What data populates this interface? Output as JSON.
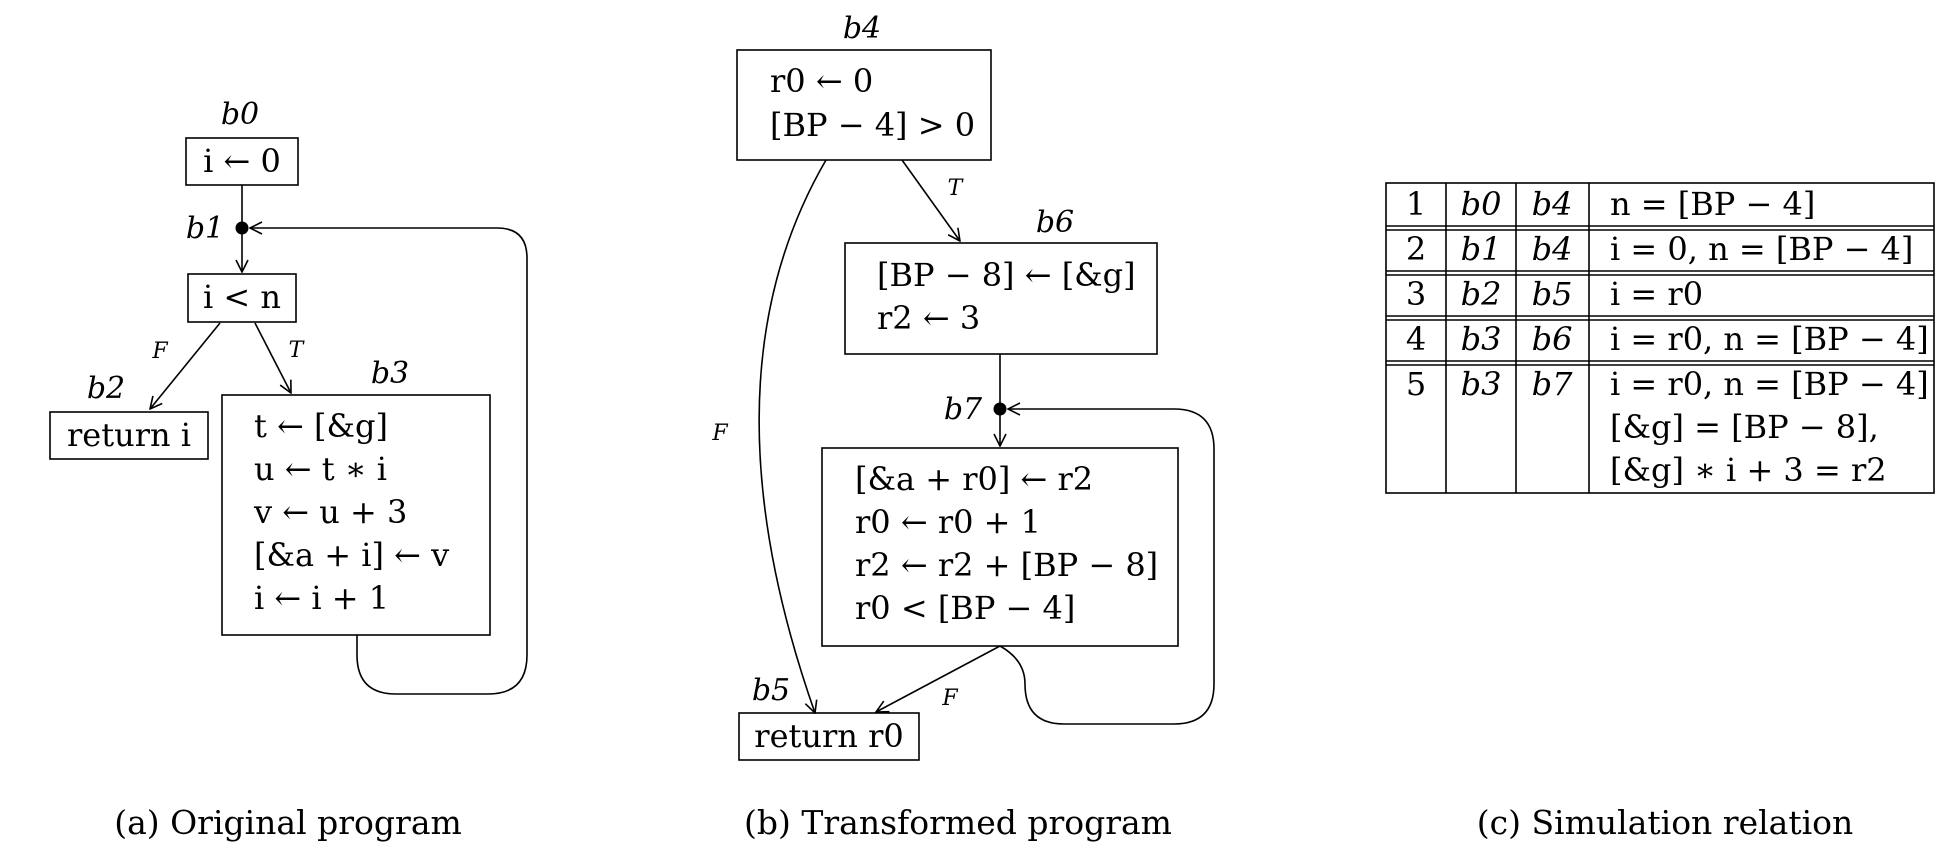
{
  "a": {
    "caption": "(a) Original program",
    "blocks": {
      "b0": {
        "name": "b0",
        "lines": [
          "i ← 0"
        ]
      },
      "b1": {
        "name": "b1",
        "lines": [
          "i < n"
        ]
      },
      "b2": {
        "name": "b2",
        "lines": [
          "return i"
        ]
      },
      "b3": {
        "name": "b3",
        "lines": [
          "t ← [&g]",
          "u ← t ∗ i",
          "v ← u + 3",
          "[&a + i] ← v",
          "i ← i + 1"
        ]
      }
    },
    "edges": {
      "false_label": "F",
      "true_label": "T"
    }
  },
  "b": {
    "caption": "(b) Transformed program",
    "blocks": {
      "b4": {
        "name": "b4",
        "lines": [
          "r0 ← 0",
          "[BP − 4] > 0"
        ]
      },
      "b5": {
        "name": "b5",
        "lines": [
          "return r0"
        ]
      },
      "b6": {
        "name": "b6",
        "lines": [
          "[BP − 8] ← [&g]",
          "r2 ← 3"
        ]
      },
      "b7": {
        "name": "b7",
        "lines": [
          "[&a + r0] ← r2",
          "r0 ← r0 + 1",
          "r2 ← r2 + [BP − 8]",
          "r0 < [BP − 4]"
        ]
      }
    },
    "edges": {
      "true_label": "T",
      "false_label_left": "F",
      "false_label_loop": "F"
    }
  },
  "c": {
    "caption": "(c) Simulation relation",
    "rows": [
      {
        "idx": "1",
        "src": "b0",
        "dst": "b4",
        "rel": [
          "n = [BP − 4]"
        ]
      },
      {
        "idx": "2",
        "src": "b1",
        "dst": "b4",
        "rel": [
          "i = 0, n = [BP − 4]"
        ]
      },
      {
        "idx": "3",
        "src": "b2",
        "dst": "b5",
        "rel": [
          "i = r0"
        ]
      },
      {
        "idx": "4",
        "src": "b3",
        "dst": "b6",
        "rel": [
          "i = r0, n = [BP − 4]"
        ]
      },
      {
        "idx": "5",
        "src": "b3",
        "dst": "b7",
        "rel": [
          "i = r0, n = [BP − 4]",
          "[&g] = [BP − 8],",
          "[&g] ∗ i + 3 = r2"
        ]
      }
    ]
  },
  "colors": {
    "ink": "#000000",
    "background": "#ffffff"
  }
}
